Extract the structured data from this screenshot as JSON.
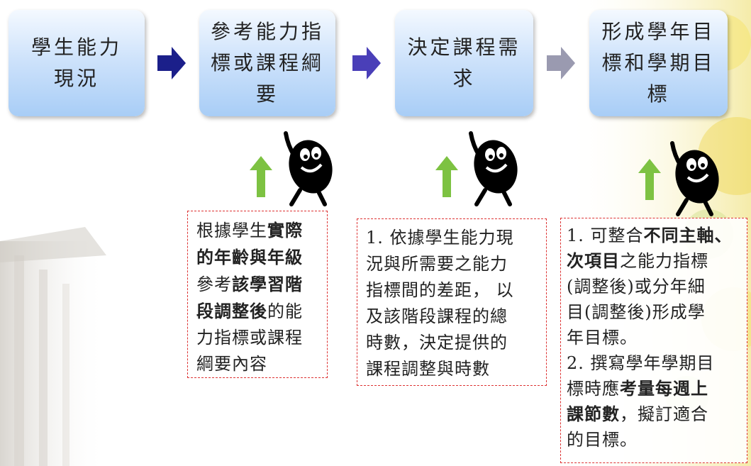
{
  "steps": [
    {
      "line1": "學生能力",
      "line2": "現況"
    },
    {
      "line1": "參考能力指",
      "line2": "標或課程綱",
      "line3": "要"
    },
    {
      "line1": "決定課程需",
      "line2": "求"
    },
    {
      "line1": "形成學年目",
      "line2": "標和學期目",
      "line3": "標"
    }
  ],
  "arrow_colors": [
    "#1b1f8a",
    "#1b1f8a",
    "#5a4fc4",
    "#9a9ab0"
  ],
  "up_arrow_color": "#7dc242",
  "note1": {
    "l1a": "根據學生",
    "l1b": "實際",
    "l2": "的年齡與年級",
    "l3a": "參考",
    "l3b": "該學習階",
    "l4a": "段調整後",
    "l4b": "的能",
    "l5": "力指標或課程",
    "l6": "綱要內容"
  },
  "note2": {
    "l1": "1. 依據學生能力現",
    "l2": "況與所需要之能力",
    "l3": "指標間的差距， 以",
    "l4": "及該階段課程的總",
    "l5": "時數，決定提供的",
    "l6": "課程調整與時數"
  },
  "note3": {
    "l1a": "1. 可整合",
    "l1b": "不同主軸、",
    "l2a": "次項目",
    "l2b": "之能力指標",
    "l3": "(調整後)或分年細",
    "l4": "目(調整後)形成學",
    "l5": "年目標。",
    "l6": "2. 撰寫學年學期目",
    "l7a": "標時應",
    "l7b": "考量每週上",
    "l8a": "課節數",
    "l8b": "，擬訂適合",
    "l9": "的目標。"
  }
}
